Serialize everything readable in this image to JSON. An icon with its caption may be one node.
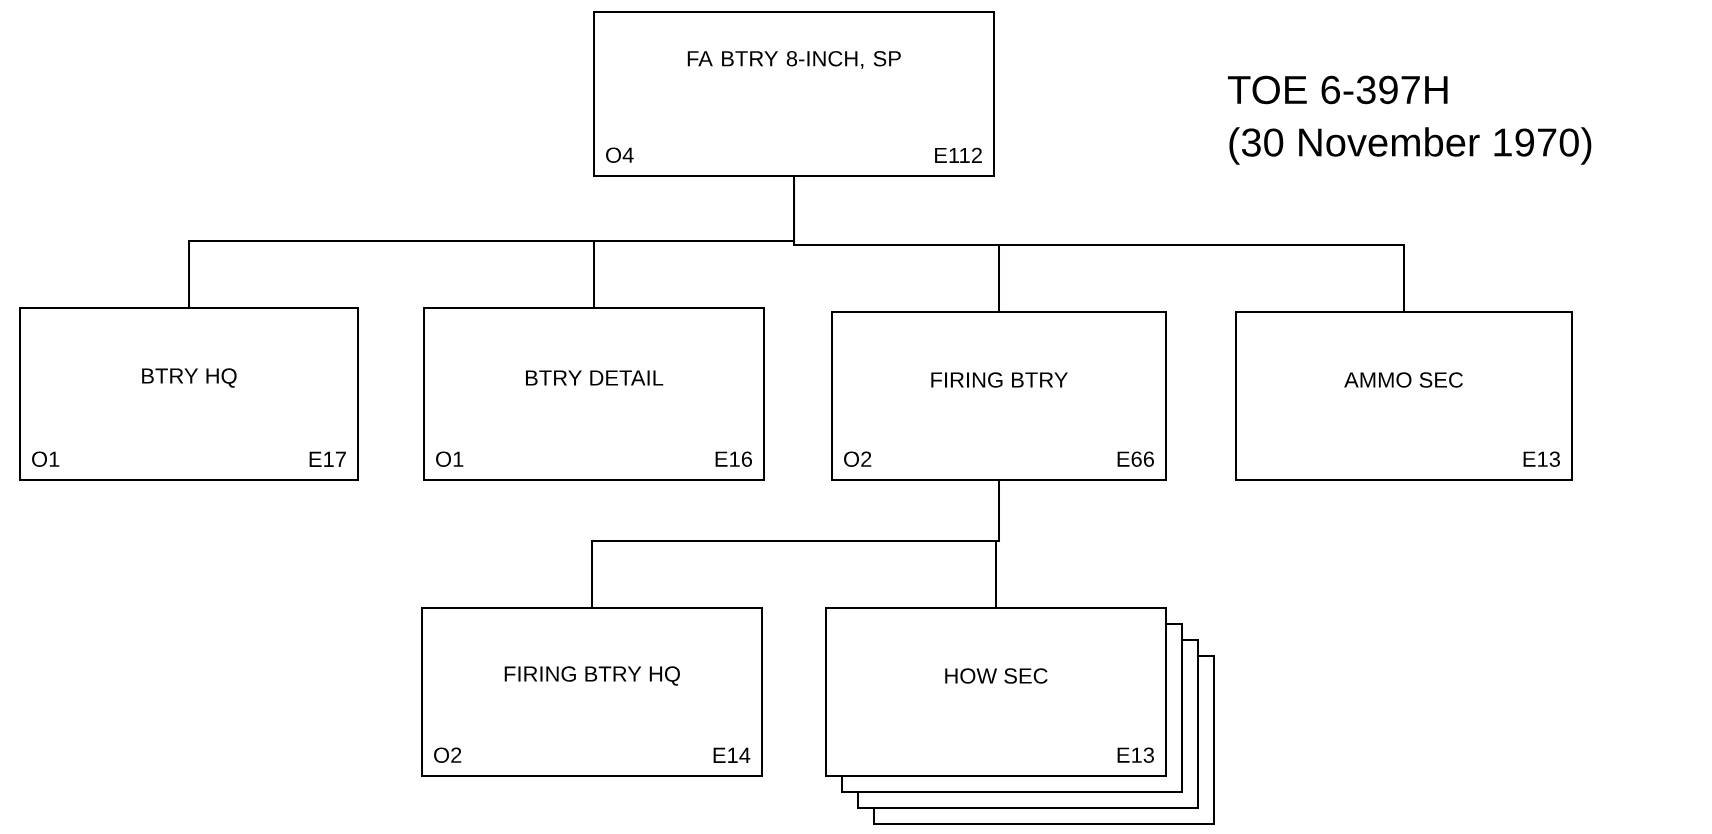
{
  "diagram": {
    "title": "TOE 6-397H",
    "nodes": [
      {
        "text": [
          "FA BTRY 8-INCH, SP",
          "O4",
          "E112"
        ]
      },
      {
        "text": [
          "BTRY HQ",
          "O1",
          "E17"
        ]
      },
      {
        "text": [
          "BTRY DETAIL",
          "O1",
          "E16"
        ]
      },
      {
        "text": [
          "FIRING BTRY",
          "O2",
          "E66"
        ]
      },
      {
        "text": [
          "AMMO SEC",
          "E13"
        ]
      },
      {
        "text": [
          "FIRING BTRY HQ",
          "O2",
          "E14"
        ]
      },
      {
        "text": [
          "HOW SEC",
          "E13"
        ]
      }
    ],
    "edges": [
      {
        "from": 0,
        "to": 1,
        "arrow": "none"
      },
      {
        "from": 0,
        "to": 2,
        "arrow": "none"
      },
      {
        "from": 0,
        "to": 3,
        "arrow": "none"
      },
      {
        "from": 0,
        "to": 4,
        "arrow": "none"
      },
      {
        "from": 3,
        "to": 5,
        "arrow": "none"
      },
      {
        "from": 3,
        "to": 6,
        "arrow": "none"
      }
    ],
    "labels": [
      "(30 November 1970)"
    ]
  }
}
